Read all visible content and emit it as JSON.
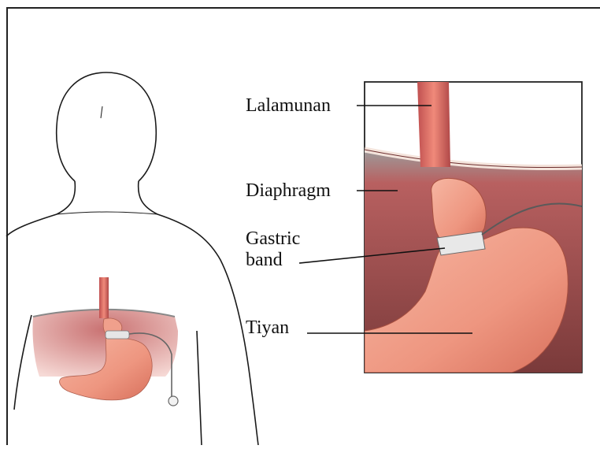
{
  "labels": {
    "esophagus": "Lalamunan",
    "diaphragm": "Diaphragm",
    "gastric_band_line1": "Gastric",
    "gastric_band_line2": "band",
    "stomach": "Tiyan"
  },
  "colors": {
    "tissue": "#c85a5a",
    "tissue_light": "#e89080",
    "stomach": "#f0a08c",
    "band": "#e0e0e0",
    "outline": "#1a1a1a"
  }
}
